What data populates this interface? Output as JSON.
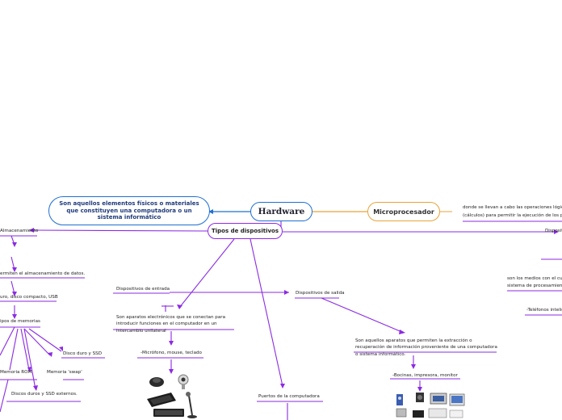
{
  "nodes": {
    "root": "Hardware",
    "definition": "Son aquellos elementos físicos o materiales que constituyen una computadora o un sistema informático",
    "microprocesador": "Microprocesador",
    "micro_desc_1": "donde se llevan a cabo las operaciones lógic",
    "micro_desc_2": "(cálculos) para permitir la ejecución de los p",
    "tipos": "Tipos de dispositivos",
    "almacenamiento": "Almacenamiento",
    "almac_desc": "ermiten el almacenamiento de datos.",
    "almac_ej": "uro, disco compacto, USB",
    "tipos_memorias": "ipos de memorias",
    "disco_ssd": "Disco duro y SSD",
    "memoria_rom": "Memoria ROM",
    "memoria_swap": "Memoria 'swap'",
    "discos_ext": "Discos duros y SSD externos.",
    "entrada": "Dispositivos de entrada",
    "entrada_desc": "Son aparatos electrónicos que se conectan para introducir funciones en el computador en un intercambio unilateral",
    "entrada_ej": "-Micrófono, mouse, teclado",
    "salida": "Dispositivos de salida",
    "salida_desc": "Son aquellos aparatos que permiten la extracción o recuperación de información proveniente de una computadora o sistema informático.",
    "salida_ej": "-Bocinas, impresora, monitor",
    "puertos": "Puertos de la computadora",
    "dispo_right": "Disposit",
    "comm_desc_1": "son los medios con el cu",
    "comm_desc_2": "sistema de procesamien",
    "telefonos": "-Teléfonos intelig"
  },
  "colors": {
    "blue_link": "#1f6fd1",
    "orange_link": "#e8a23a",
    "purple_link": "#8b2be2"
  }
}
